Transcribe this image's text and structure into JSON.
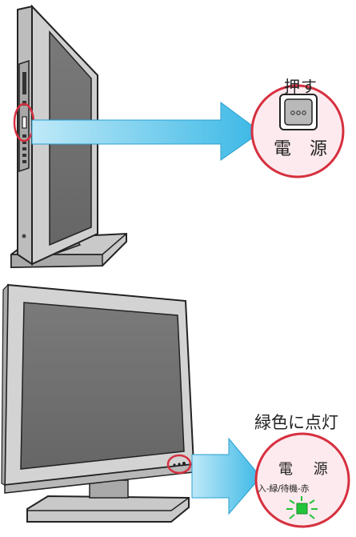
{
  "callout_top": {
    "caption": "押す",
    "button_label": "電 源",
    "button_icon": "power-button-icon"
  },
  "callout_bottom": {
    "caption": "緑色に点灯",
    "indicator_label": "電 源",
    "legend": {
      "on": "入-緑",
      "separator": "/",
      "standby": "待機-赤"
    },
    "indicator_icon": "green-led-icon"
  },
  "colors": {
    "arrow": "#4dc3ec",
    "callout_border": "#d6303f",
    "callout_fill": "#fdeaee",
    "led": "#22c43a",
    "tv_frame": "#8a8a8a",
    "tv_screen": "#6f6f6f"
  }
}
